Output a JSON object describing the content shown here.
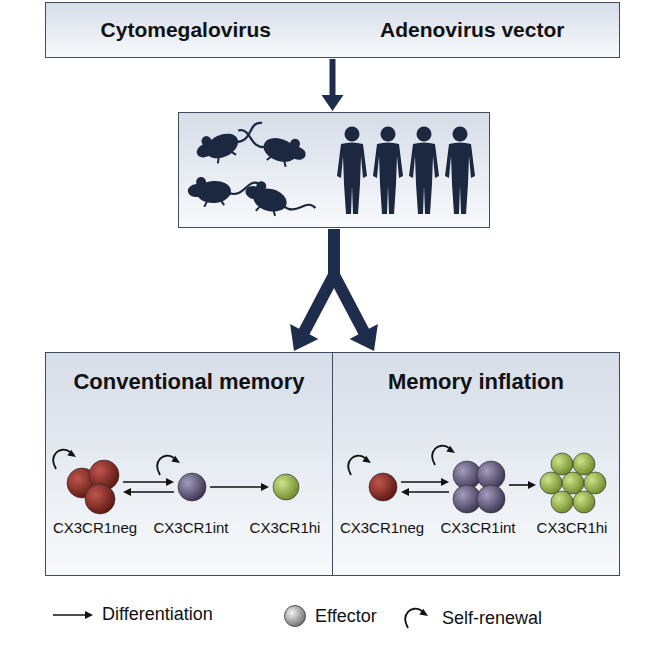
{
  "diagram": {
    "nodes": [
      {
        "text": [
          "Cytomegalovirus",
          "Adenovirus vector"
        ]
      },
      {
        "text": []
      },
      {
        "text": [
          "Conventional memory"
        ]
      },
      {
        "text": [
          "Memory inflation"
        ]
      },
      {
        "text": [
          "CX3CR1neg"
        ],
        "in": 2
      },
      {
        "text": [
          "CX3CR1int"
        ],
        "in": 2
      },
      {
        "text": [
          "CX3CR1hi"
        ],
        "in": 2
      },
      {
        "text": [
          "CX3CR1neg"
        ],
        "in": 3
      },
      {
        "text": [
          "CX3CR1int"
        ],
        "in": 3
      },
      {
        "text": [
          "CX3CR1hi"
        ],
        "in": 3
      }
    ],
    "edges": [
      {
        "from": 0,
        "to": 1,
        "arrow": "to"
      },
      {
        "from": 1,
        "to": 2,
        "arrow": "to"
      },
      {
        "from": 1,
        "to": 3,
        "arrow": "to"
      },
      {
        "from": 4,
        "to": 5,
        "arrow": "to"
      },
      {
        "from": 5,
        "to": 4,
        "arrow": "to"
      },
      {
        "from": 5,
        "to": 6,
        "arrow": "to"
      },
      {
        "from": 7,
        "to": 8,
        "arrow": "to"
      },
      {
        "from": 8,
        "to": 7,
        "arrow": "to"
      },
      {
        "from": 8,
        "to": 9,
        "arrow": "to"
      }
    ],
    "legend": [
      {
        "text": "Differentiation"
      },
      {
        "text": "Effector"
      },
      {
        "text": "Self-renewal"
      }
    ]
  }
}
